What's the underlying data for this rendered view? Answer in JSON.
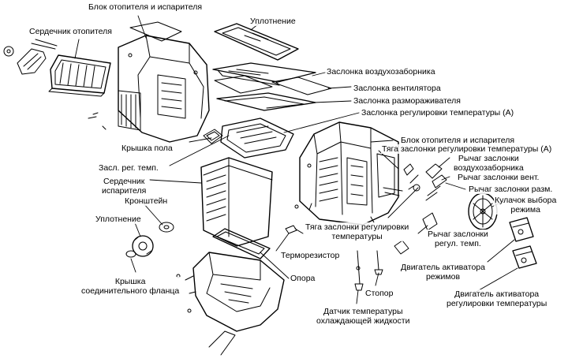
{
  "labels": {
    "heater_evap_top": "Блок отопителя и испарителя",
    "seal_top": "Уплотнение",
    "heater_core": "Сердечник отопителя",
    "intake_door": "Заслонка воздухозаборника",
    "blower_door": "Заслонка вентилятора",
    "defrost_door": "Заслонка размораживателя",
    "temp_door_a": "Заслонка регулировки температуры (А)",
    "heater_evap_mid": "Блок отопителя и испарителя",
    "temp_door_rod_a": "Тяга заслонки регулировки температуры (А)",
    "intake_lever_1": "Рычаг заслонки",
    "intake_lever_2": "воздухозаборника",
    "floor_cover": "Крышка пола",
    "temp_door_short": "Засл. рег. темп.",
    "blower_lever": "Рычаг заслонки вент.",
    "defrost_lever": "Рычаг заслонки разм.",
    "evap_core_1": "Сердечник",
    "evap_core_2": "испарителя",
    "mode_cam_1": "Кулачок выбора",
    "mode_cam_2": "режима",
    "bracket": "Кронштейн",
    "seal_left": "Уплотнение",
    "temp_rod_1": "Тяга заслонки регулировки",
    "temp_rod_2": "температуры",
    "temp_lever_1": "Рычаг заслонки",
    "temp_lever_2": "регул. темп.",
    "thermistor": "Терморезистор",
    "mode_actuator_1": "Двигатель активатора",
    "mode_actuator_2": "режимов",
    "flange_cover_1": "Крышка",
    "flange_cover_2": "соединительного фланца",
    "support": "Опора",
    "temp_actuator_1": "Двигатель активатора",
    "temp_actuator_2": "регулировки температуры",
    "stopper": "Стопор",
    "coolant_sensor_1": "Датчик температуры",
    "coolant_sensor_2": "охлаждающей жидкости"
  },
  "colors": {
    "ink": "#000000",
    "background": "#ffffff"
  }
}
